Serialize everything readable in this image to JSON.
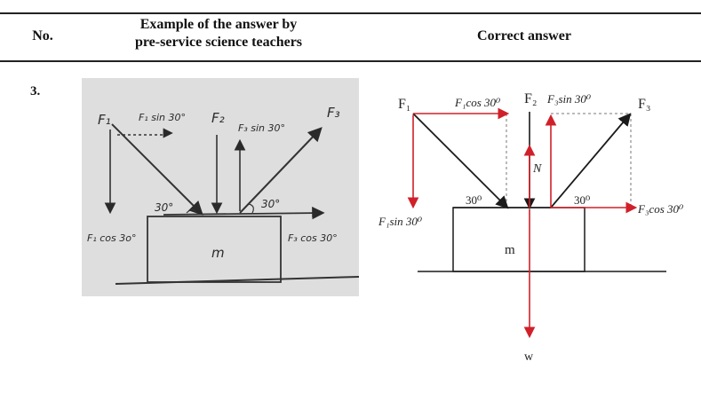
{
  "table": {
    "col_no": "No.",
    "col_example_line1": "Example of the answer by",
    "col_example_line2": "pre-service science teachers",
    "col_correct": "Correct answer",
    "row_number": "3."
  },
  "student_drawing": {
    "f1": "F₁",
    "f2": "F₂",
    "f3": "F₃",
    "f1_sin": "F₁ sin 30°",
    "f1_cos": "F₁ cos 3o°",
    "f3_sin": "F₃ sin 30°",
    "f3_cos": "F₃ cos 30°",
    "angle_left": "30°",
    "angle_right": "30°",
    "mass": "m"
  },
  "correct_drawing": {
    "f1": "F₁",
    "f2": "F₂",
    "f3": "F₃",
    "f1_cos": "F₁cos 30⁰",
    "f3_sin": "F₃sin 30⁰",
    "normal": "N",
    "angle_left": "30⁰",
    "angle_right": "30⁰",
    "f1_sin": "F₁sin 30⁰",
    "f3_cos": "F₃cos 30⁰",
    "mass": "m",
    "weight": "w",
    "colors": {
      "component": "#d0202a",
      "force": "#1a1a1a",
      "dashed": "#777777"
    }
  }
}
